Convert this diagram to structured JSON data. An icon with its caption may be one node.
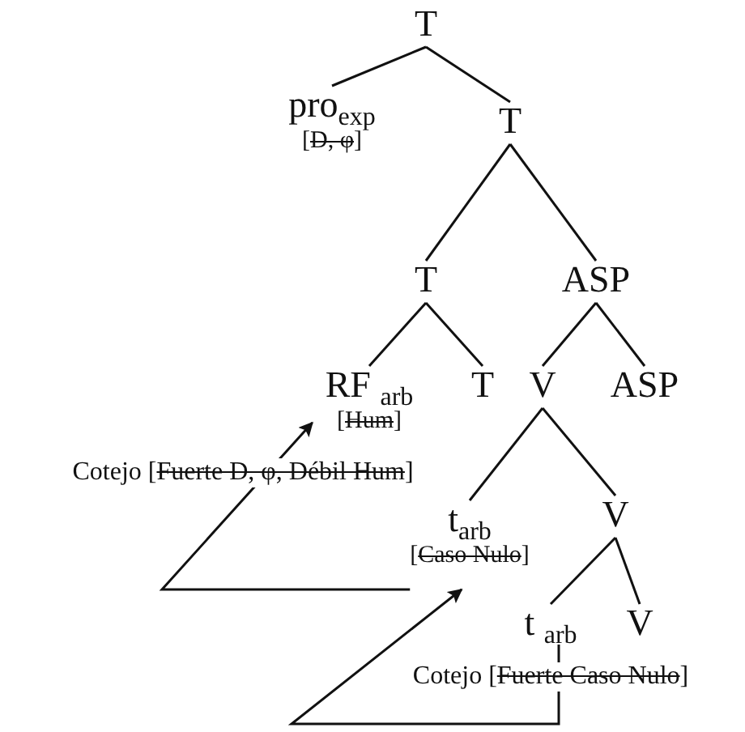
{
  "diagram": {
    "nodes": [
      {
        "text": [
          "T"
        ]
      },
      {
        "text": [
          "pro$_{exp}$",
          "[D, φ]"
        ]
      },
      {
        "text": [
          "T"
        ]
      },
      {
        "text": [
          "T"
        ]
      },
      {
        "text": [
          "ASP"
        ]
      },
      {
        "text": [
          "RF $_{arb}$",
          "[Hum]"
        ]
      },
      {
        "text": [
          "T"
        ]
      },
      {
        "text": [
          "V"
        ]
      },
      {
        "text": [
          "ASP"
        ]
      },
      {
        "text": [
          "t$_{arb}$",
          "[Caso Nulo]"
        ]
      },
      {
        "text": [
          "V"
        ]
      },
      {
        "text": [
          "t $_{arb}$"
        ]
      },
      {
        "text": [
          "V"
        ]
      }
    ],
    "edges": [
      {
        "from": 0,
        "to": 1,
        "arrow": "none"
      },
      {
        "from": 0,
        "to": 2,
        "arrow": "none"
      },
      {
        "from": 2,
        "to": 3,
        "arrow": "none"
      },
      {
        "from": 2,
        "to": 4,
        "arrow": "none"
      },
      {
        "from": 3,
        "to": 5,
        "arrow": "none"
      },
      {
        "from": 3,
        "to": 6,
        "arrow": "none"
      },
      {
        "from": 4,
        "to": 7,
        "arrow": "none"
      },
      {
        "from": 4,
        "to": 8,
        "arrow": "none"
      },
      {
        "from": 7,
        "to": 9,
        "arrow": "none"
      },
      {
        "from": 7,
        "to": 10,
        "arrow": "none"
      },
      {
        "from": 10,
        "to": 11,
        "arrow": "none"
      },
      {
        "from": 10,
        "to": 12,
        "arrow": "none"
      },
      {
        "from": 11,
        "to": 9,
        "arrow": "to",
        "label": "Cotejo [Fuerte Caso Nulo]"
      },
      {
        "from": 9,
        "to": 5,
        "arrow": "to",
        "label": "Cotejo [Fuerte D, φ, Débil Hum]"
      }
    ]
  }
}
